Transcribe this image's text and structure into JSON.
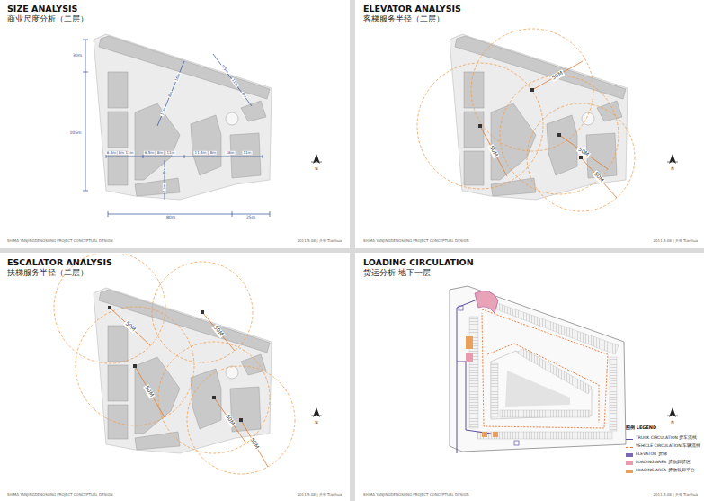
{
  "diagram": {
    "labels": [
      "SIZE ANALYSIS",
      "商业尺度分析（二层）",
      "30m",
      "105m",
      "80m",
      "25m",
      "6.5m",
      "8m",
      "11m",
      "6.5m",
      "8m",
      "11m",
      "11.5m",
      "8m",
      "16m",
      "11m",
      "16m",
      "8m",
      "11m",
      "9.5m",
      "11m",
      "8m",
      "8m",
      "11m",
      "ELEVATOR ANALYSIS",
      "客梯服务半径（二层）",
      "50M",
      "50M",
      "50M",
      "50M",
      "ESCALATOR ANALYSIS",
      "扶梯服务半径（二层）",
      "50M",
      "50M",
      "50M",
      "50M",
      "50M",
      "LOADING CIRCULATION",
      "货运分析-地下一层",
      "图例 LEGEND",
      "N",
      "N",
      "N",
      "N",
      "SHIMA YANJINGDENGSONG PROJECT CONCEPTUAL DESIGN",
      "2011.5.08 | 天华 Tianhua",
      "SHIMA YANJINGDENGSONG PROJECT CONCEPTUAL DESIGN",
      "2011.5.08 | 天华 Tianhua",
      "SHIMA YANJINGDENGSONG PROJECT CONCEPTUAL DESIGN",
      "2011.5.08 | 天华 Tianhua",
      "SHIMA YANJINGDENGSONG PROJECT CONCEPTUAL DESIGN",
      "2011.5.08 | 天华 Tianhua"
    ],
    "legend": [
      {
        "text": "TRUCK CIRCULATION 货车流线"
      },
      {
        "text": "VEHICLE CIRCULATION 车辆流线"
      },
      {
        "text": "ELEVATOR 货梯",
        "color": "#7b68b5"
      },
      {
        "text": "LOADING AREA 货物卸货区",
        "color": "#e89aae"
      },
      {
        "text": "LOADING AREA 货物装卸平台",
        "color": "#e8a05a"
      }
    ]
  }
}
